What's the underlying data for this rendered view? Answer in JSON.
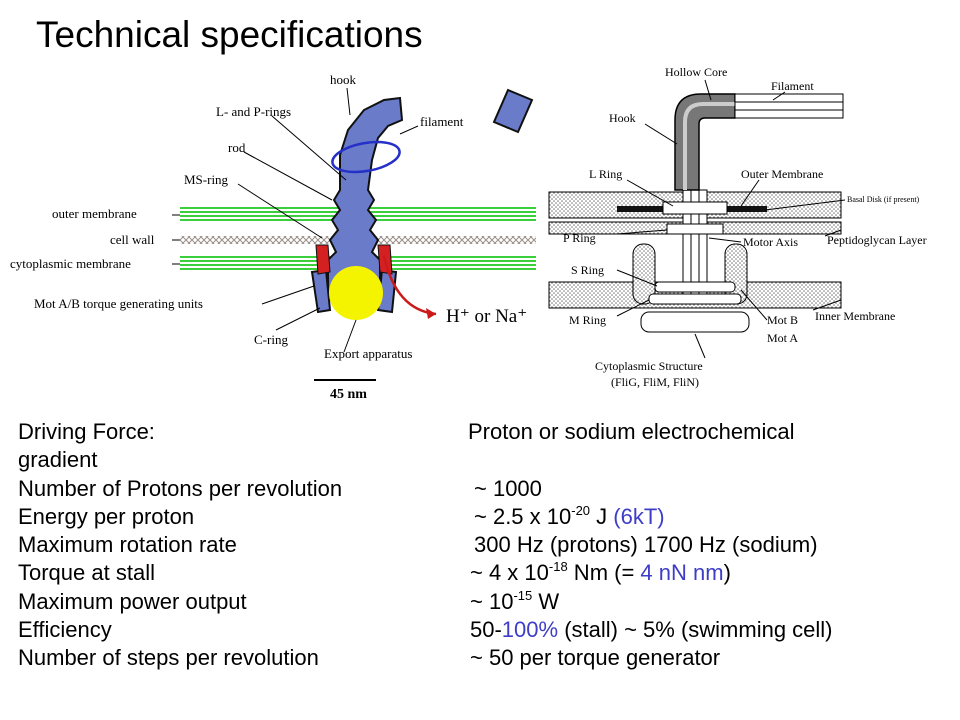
{
  "title": "Technical specifications",
  "left_diagram": {
    "labels": {
      "hook": "hook",
      "lp_rings": "L- and P-rings",
      "rod": "rod",
      "filament": "filament",
      "ms_ring": "MS-ring",
      "outer_membrane": "outer membrane",
      "cell_wall": "cell wall",
      "cytoplasmic_membrane": "cytoplasmic membrane",
      "mot": "Mot A/B torque generating units",
      "ions": "H⁺ or Na⁺",
      "c_ring": "C-ring",
      "export": "Export apparatus",
      "scale": "45 nm"
    },
    "colors": {
      "membrane": "#3ccf3c",
      "rotor": "#6a7bc9",
      "export": "#f4f400",
      "stator": "#d42020",
      "arrow": "#cc1a1a",
      "rotation": "#2530c8"
    }
  },
  "right_diagram": {
    "labels": {
      "hollow_core": "Hollow Core",
      "filament": "Filament",
      "hook": "Hook",
      "l_ring": "L Ring",
      "outer_membrane": "Outer Membrane",
      "basal_disk": "Basal Disk (if present)",
      "p_ring": "P Ring",
      "motor_axis": "Motor Axis",
      "peptidoglycan": "Peptidoglycan Layer",
      "s_ring": "S Ring",
      "m_ring": "M Ring",
      "inner_membrane": "Inner Membrane",
      "mot_b": "Mot B",
      "mot_a": "Mot A",
      "cyto_structure": "Cytoplasmic Structure",
      "cyto_parts": "(FliG, FliM, FliN)"
    }
  },
  "specs": {
    "driving_force": {
      "label": "Driving Force:",
      "value": "Proton or sodium electrochemical",
      "cont": "gradient"
    },
    "protons": {
      "label": "Number of Protons per revolution",
      "value": "~ 1000"
    },
    "energy": {
      "label": "Energy per proton",
      "pre": "~ 2.5 x 10",
      "exp": "-20",
      "unit": " J ",
      "blue": "(6kT)"
    },
    "rotation": {
      "label": "Maximum rotation rate",
      "value": "300 Hz (protons)  1700 Hz (sodium)"
    },
    "torque": {
      "label": "Torque at stall",
      "pre": "~ 4 x 10",
      "exp": "-18",
      "mid": " Nm  (= ",
      "blue": "4 nN nm",
      "post": ")"
    },
    "power": {
      "label": "Maximum power output",
      "pre": "~ 10",
      "exp": "-15",
      "unit": " W"
    },
    "efficiency": {
      "label": "Efficiency",
      "pre": "50-",
      "blue": "100%",
      "post": " (stall)  ~ 5% (swimming cell)"
    },
    "steps": {
      "label": "Number of steps per revolution",
      "value": "~ 50 per torque generator"
    }
  }
}
